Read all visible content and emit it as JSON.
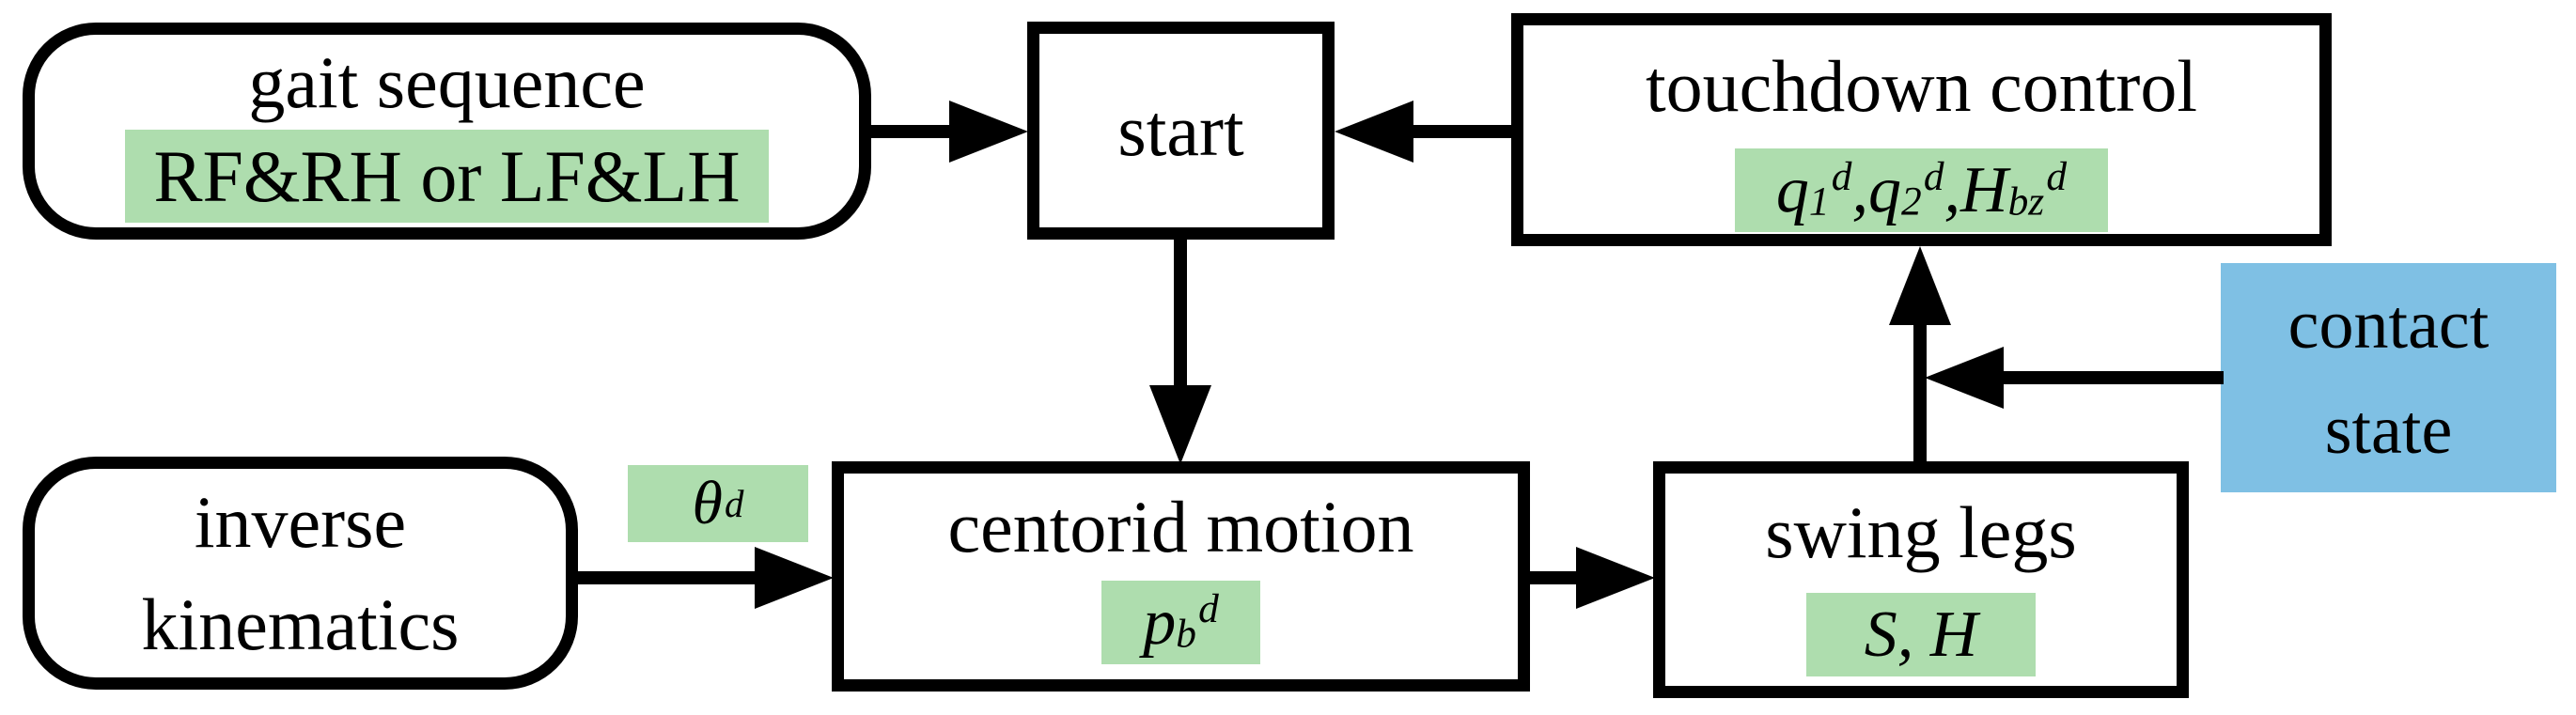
{
  "colors": {
    "highlight_green": "#aeddae",
    "contact_blue": "#7fc0e4",
    "outline_black": "#000000"
  },
  "nodes": {
    "gait": {
      "title": "gait sequence",
      "tag": "RF&RH or LF&LH"
    },
    "start": {
      "title": "start"
    },
    "touchdown": {
      "title": "touchdown control",
      "formula": [
        [
          "q",
          "n"
        ],
        [
          "1",
          "sub"
        ],
        [
          "d",
          "sup"
        ],
        [
          ",",
          "n"
        ],
        [
          "q",
          "n"
        ],
        [
          "2",
          "sub"
        ],
        [
          "d",
          "sup"
        ],
        [
          ",",
          "n"
        ],
        [
          "H",
          "n"
        ],
        [
          "bz",
          "sub"
        ],
        [
          "d",
          "sup"
        ]
      ]
    },
    "contact": {
      "line1": "contact",
      "line2": "state"
    },
    "inverse": {
      "line1": "inverse",
      "line2": "kinematics"
    },
    "centorid": {
      "title": "centorid motion",
      "formula": [
        [
          "p",
          "n"
        ],
        [
          "b",
          "sub"
        ],
        [
          "d",
          "sup"
        ]
      ]
    },
    "swing": {
      "title": "swing legs",
      "tag": "S, H"
    },
    "theta_label": {
      "formula": [
        [
          "θ",
          "n"
        ],
        [
          "d",
          "sup"
        ]
      ]
    }
  }
}
